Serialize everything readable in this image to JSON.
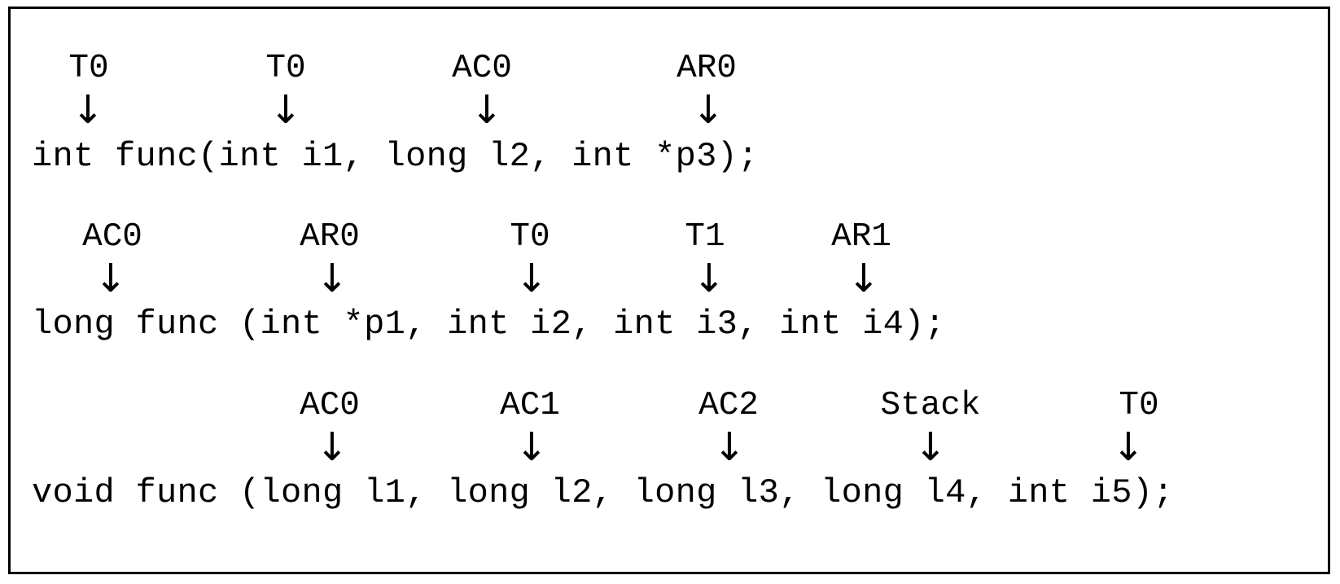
{
  "diagram": {
    "arrow_glyph": "↓",
    "rows": [
      {
        "code": "int func(int i1, long l2, int *p3);",
        "registers": [
          "T0",
          "T0",
          "AC0",
          "AR0"
        ]
      },
      {
        "code": "long func (int *p1, int i2, int i3, int i4);",
        "registers": [
          "AC0",
          "AR0",
          "T0",
          "T1",
          "AR1"
        ]
      },
      {
        "code": "void func (long l1, long l2, long l3, long l4, int i5);",
        "registers": [
          "AC0",
          "AC1",
          "AC2",
          "Stack",
          "T0"
        ]
      }
    ]
  }
}
